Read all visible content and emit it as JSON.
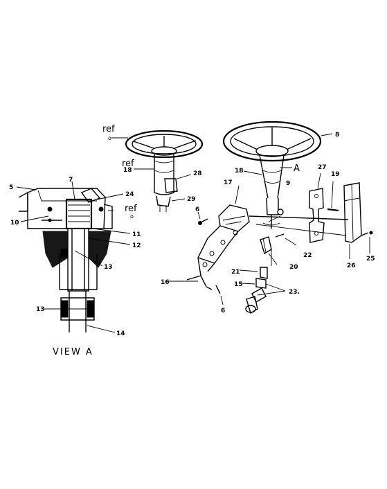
{
  "labels": {
    "l8": "8",
    "l18a": "18",
    "l18b": "18",
    "l28": "28",
    "l29": "29",
    "l5": "5",
    "l7": "7",
    "l24": "24",
    "l10": "10",
    "l11": "11",
    "l12": "12",
    "l13a": "13",
    "l13b": "13",
    "l14": "14",
    "l17": "17",
    "l9": "9",
    "l6a": "6",
    "l6b": "6",
    "l27": "27",
    "l19": "19",
    "l22": "22",
    "l20": "20",
    "l21": "21",
    "l16": "16",
    "l15": "15",
    "l23": "23.",
    "l26": "26",
    "l25": "25",
    "ref1": "ref",
    "ref2": "ref",
    "ref3": "ref",
    "ref_o1": "o",
    "ref_o3": "o",
    "viewA_marker": "A",
    "viewA_title": "VIEW A"
  }
}
